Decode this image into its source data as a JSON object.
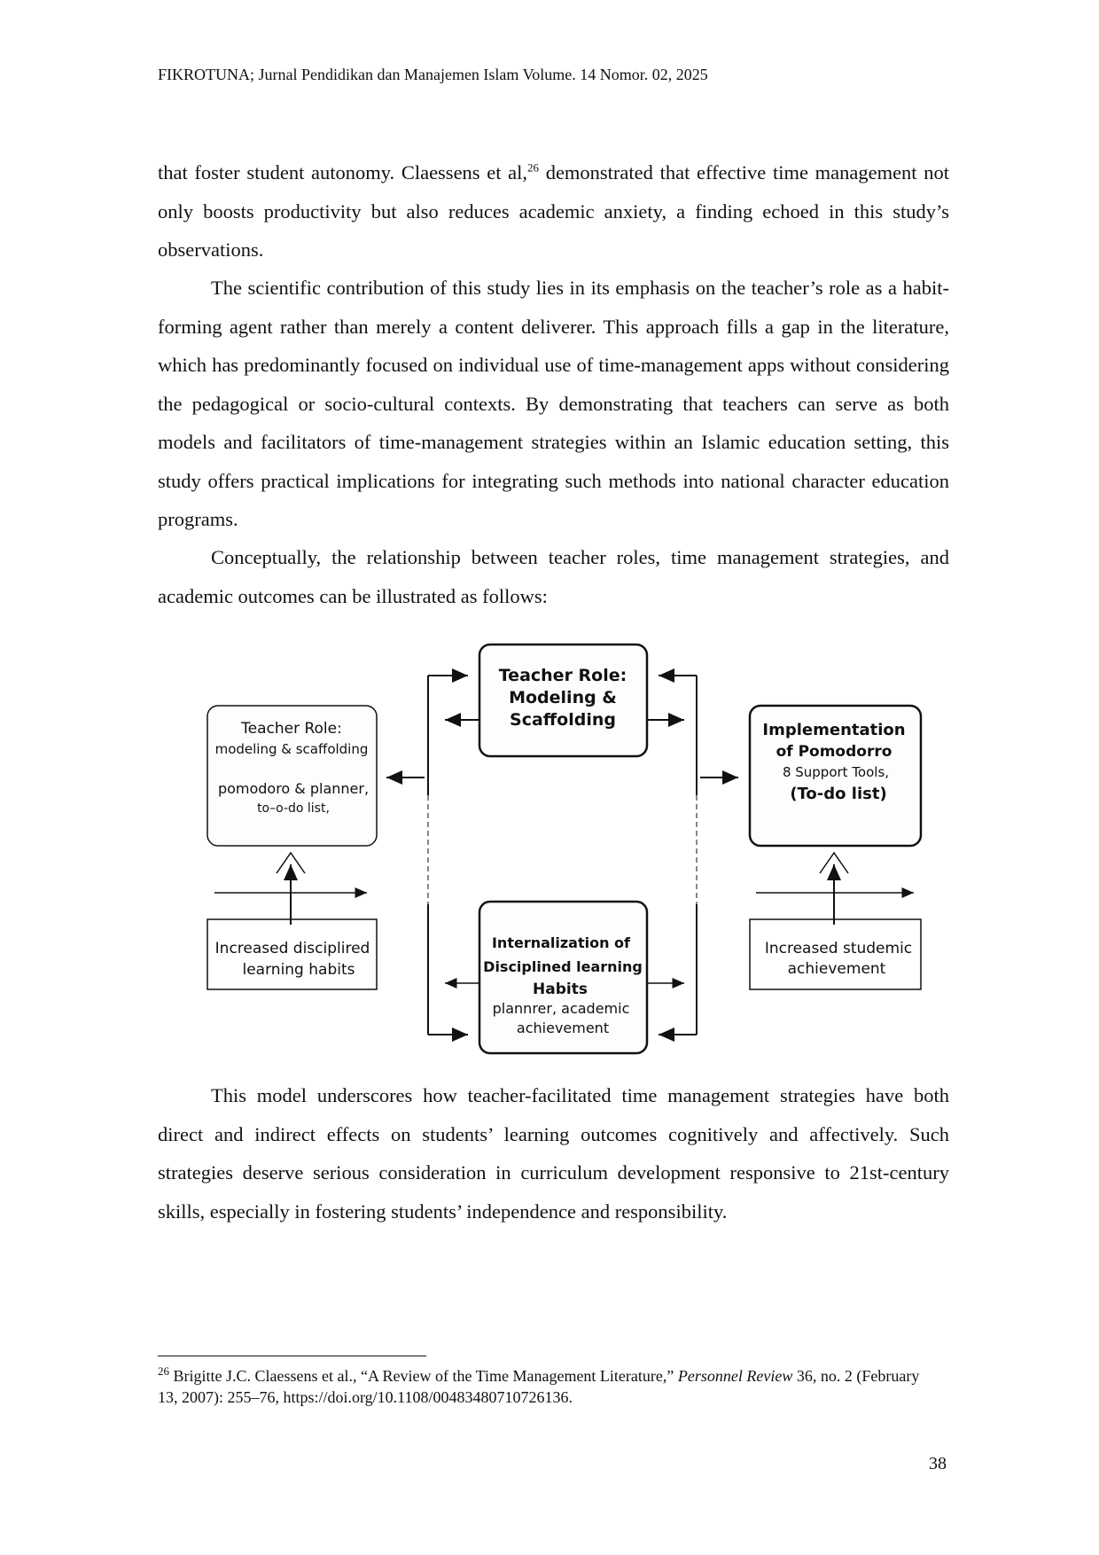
{
  "header": "FIKROTUNA; Jurnal Pendidikan dan Manajemen Islam Volume. 14 Nomor. 02, 2025",
  "paragraphs": {
    "p1_a": "that foster student autonomy. Claessens et al,",
    "p1_sup": "26",
    "p1_b": " demonstrated that effective time management not only boosts productivity but also reduces academic anxiety, a finding echoed in this study’s observations.",
    "p2": "The scientific contribution of this study lies in its emphasis on the teacher’s role as a habit-forming agent rather than merely a content deliverer. This approach fills a gap in the literature, which has predominantly focused on individual use of time-management apps without considering the pedagogical or socio-cultural contexts. By demonstrating that teachers can serve as both models and facilitators of time-management strategies within an Islamic education setting, this study offers practical implications for integrating such methods into national character education programs.",
    "p3": "Conceptually, the relationship between teacher roles, time management strategies, and academic outcomes can be illustrated as follows:",
    "p4": "This model underscores how teacher-facilitated time management strategies have both direct and indirect effects on students’ learning outcomes cognitively and affectively. Such strategies deserve serious consideration in curriculum development responsive to 21st-century skills, especially in fostering students’ independence and responsibility."
  },
  "diagram": {
    "top_center": [
      "Teacher Role:",
      "Modeling &",
      "Scaffolding"
    ],
    "left": [
      "Teacher Role:",
      "modeling & scaffolding",
      "pomodoro & planner,",
      "to–o-do list,"
    ],
    "right": [
      "Implementation",
      "of Pomodorro",
      "8 Support Tools,",
      "(To-do list)"
    ],
    "bottom_left": [
      "Increased disciplired",
      "learning habits"
    ],
    "bottom_center": [
      "Internalization of",
      "Disciplined learning",
      "Habits",
      "plannrer, academic",
      "achievement"
    ],
    "bottom_right": [
      "Increased studemic",
      "achievement"
    ]
  },
  "footnote": {
    "num": "26",
    "text_a": " Brigitte J.C. Claessens et al., “A Review of the Time Management Literature,” ",
    "journal": "Personnel Review",
    "text_b": " 36, no. 2 (February 13, 2007): 255–76, https://doi.org/10.1108/00483480710726136."
  },
  "page_number": "38"
}
